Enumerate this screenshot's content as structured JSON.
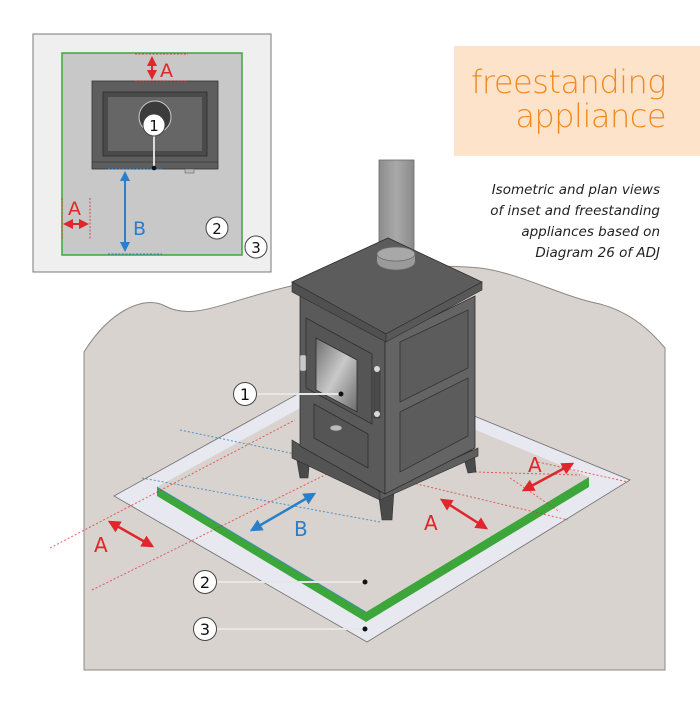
{
  "title": {
    "line1": "freestanding",
    "line2": "appliance"
  },
  "caption": {
    "lines": [
      "Isometric and plan views",
      "of  inset and freestanding",
      "appliances based on",
      "Diagram 26 of ADJ"
    ]
  },
  "plan_view": {
    "labels": {
      "a_top": "A",
      "a_left": "A",
      "b": "B"
    },
    "callouts": {
      "appliance": "1",
      "hearth": "2",
      "floor": "3"
    }
  },
  "iso_view": {
    "labels": {
      "a_left": "A",
      "a_front": "A",
      "a_right": "A",
      "b": "B"
    },
    "callouts": {
      "appliance": "1",
      "hearth": "2",
      "floor": "3"
    }
  },
  "colors": {
    "title_bg": "#fde3c9",
    "title_text": "#f08a1f",
    "dimension_red": "#e0262a",
    "dimension_blue": "#2a7fc8",
    "hearth_edge_green": "#3da63a",
    "floor_beige": "#d8d3ce",
    "hearth_light": "#e8e8f0",
    "stove_gray": "#5a5a5a"
  }
}
